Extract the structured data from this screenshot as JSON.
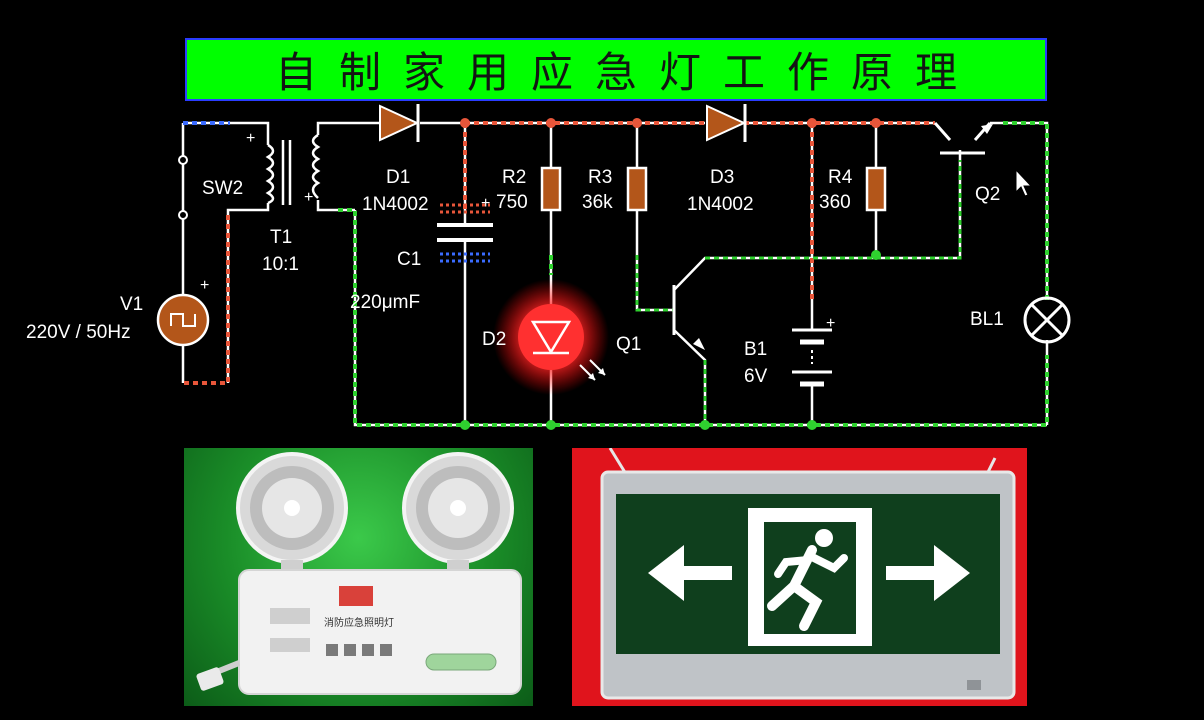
{
  "title": "自制家用应急灯工作原理",
  "components": {
    "sw2": "SW2",
    "t1": "T1",
    "t1_ratio": "10:1",
    "v1": "V1",
    "v1_spec": "220V / 50Hz",
    "d1": "D1",
    "d1_part": "1N4002",
    "c1": "C1",
    "c1_value": "220μmF",
    "r2": "R2",
    "r2_value": "750",
    "d2": "D2",
    "r3": "R3",
    "r3_value": "36k",
    "q1": "Q1",
    "d3": "D3",
    "d3_part": "1N4002",
    "b1": "B1",
    "b1_value": "6V",
    "r4": "R4",
    "r4_value": "360",
    "q2": "Q2",
    "bl1": "BL1"
  },
  "product_light": {
    "panel_text": "消防应急照明灯"
  },
  "colors": {
    "title_bg": "#00ff00",
    "wire_high": "#e8563a",
    "wire_ground": "#2fd12f",
    "wire_phase": "#3a6bff",
    "led_glow": "#ff2a2a",
    "exit_sign_bg": "#e0141c"
  }
}
